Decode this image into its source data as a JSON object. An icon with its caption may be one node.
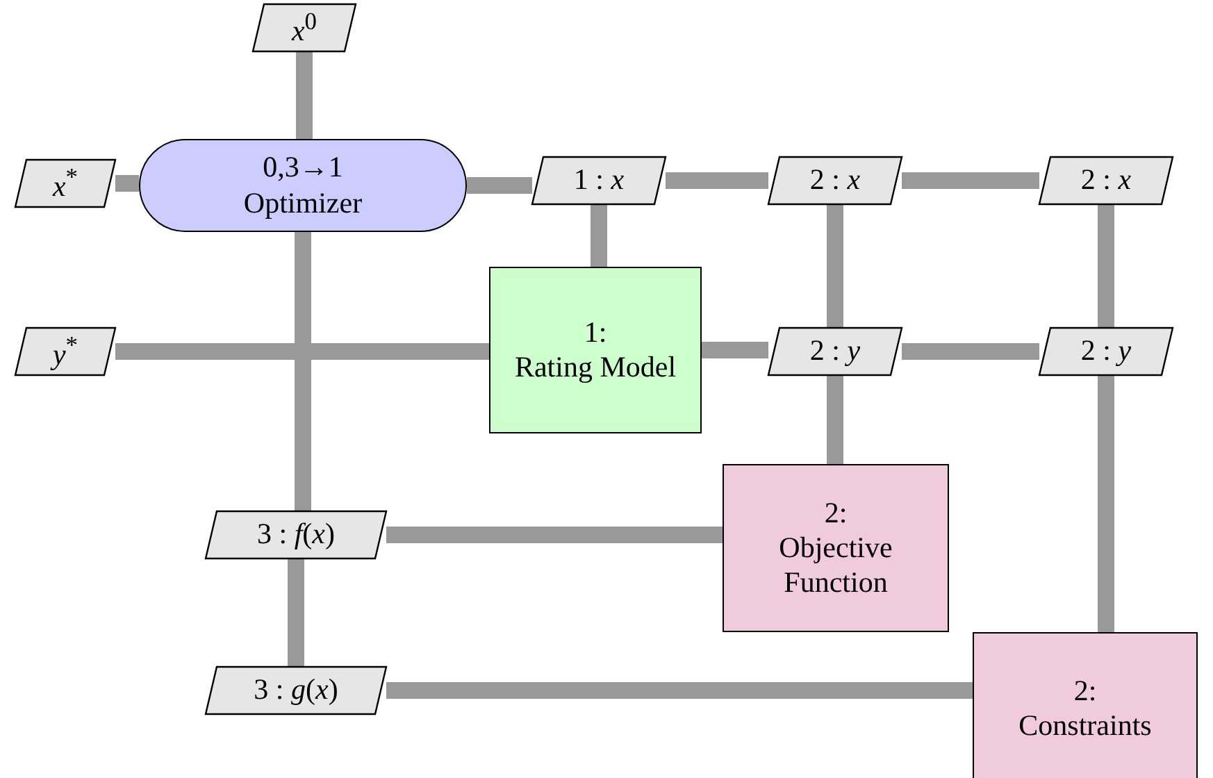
{
  "diagram": {
    "nodes": [
      {
        "text": [
          "*x*$^{0}$"
        ]
      },
      {
        "text": [
          "*x*$^{*}$"
        ]
      },
      {
        "text": [
          "0,3→1",
          "Optimizer"
        ]
      },
      {
        "text": [
          "1 : *x*"
        ]
      },
      {
        "text": [
          "2 : *x*"
        ]
      },
      {
        "text": [
          "2 : *x*"
        ]
      },
      {
        "text": [
          "*y*$^{*}$"
        ]
      },
      {
        "text": [
          "1:",
          "Rating Model"
        ]
      },
      {
        "text": [
          "2 : *y*"
        ]
      },
      {
        "text": [
          "2 : *y*"
        ]
      },
      {
        "text": [
          "3 : *f*(*x*)"
        ]
      },
      {
        "text": [
          "2:",
          "Objective Function"
        ]
      },
      {
        "text": [
          "3 : *g*(*x*)"
        ]
      },
      {
        "text": [
          "2:",
          "Constraints"
        ]
      }
    ],
    "edges": [
      {
        "from": 0,
        "to": 2,
        "arrow": "none"
      },
      {
        "from": 1,
        "to": 2,
        "arrow": "none"
      },
      {
        "from": 2,
        "to": 3,
        "arrow": "none"
      },
      {
        "from": 3,
        "to": 4,
        "arrow": "none"
      },
      {
        "from": 4,
        "to": 5,
        "arrow": "none"
      },
      {
        "from": 3,
        "to": 7,
        "arrow": "none"
      },
      {
        "from": 4,
        "to": 8,
        "arrow": "none"
      },
      {
        "from": 5,
        "to": 9,
        "arrow": "none"
      },
      {
        "from": 6,
        "to": 7,
        "arrow": "none"
      },
      {
        "from": 7,
        "to": 8,
        "arrow": "none"
      },
      {
        "from": 8,
        "to": 9,
        "arrow": "none"
      },
      {
        "from": 8,
        "to": 11,
        "arrow": "none"
      },
      {
        "from": 9,
        "to": 13,
        "arrow": "none"
      },
      {
        "from": 2,
        "to": 10,
        "arrow": "none"
      },
      {
        "from": 10,
        "to": 12,
        "arrow": "none"
      },
      {
        "from": 10,
        "to": 11,
        "arrow": "none"
      },
      {
        "from": 12,
        "to": 13,
        "arrow": "none"
      }
    ]
  }
}
